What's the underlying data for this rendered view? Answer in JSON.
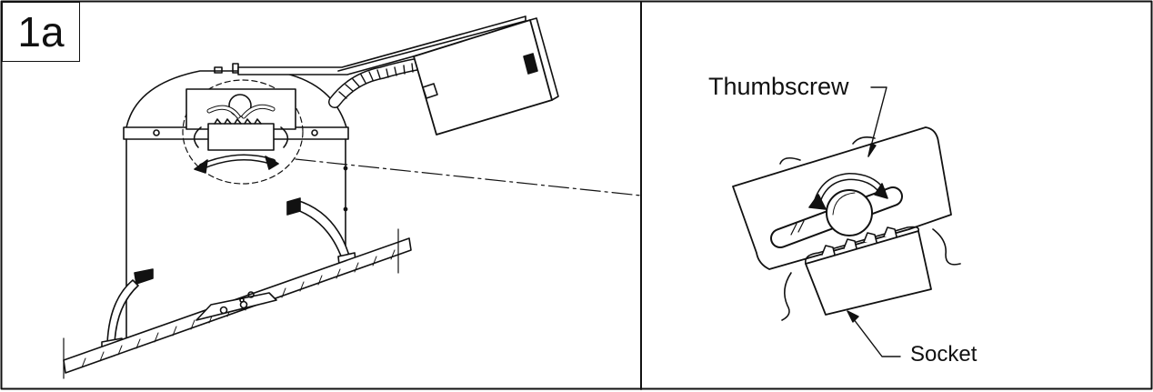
{
  "figure": {
    "panel_label": "1a",
    "callouts": {
      "thumbscrew": "Thumbscrew",
      "socket": "Socket"
    }
  },
  "colors": {
    "line": "#111111",
    "background": "#ffffff"
  }
}
